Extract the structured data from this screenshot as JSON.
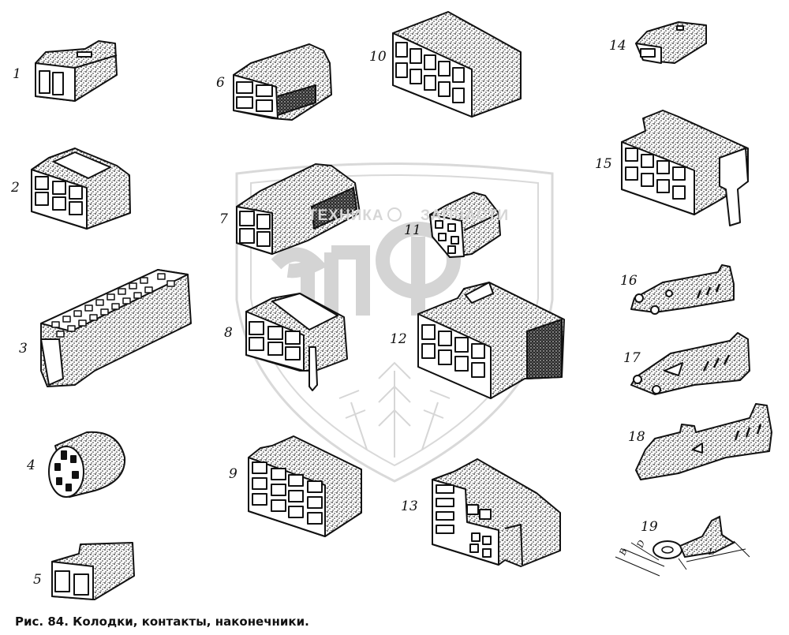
{
  "caption": "Рис. 84. Колодки, контакты, наконечники.",
  "callouts": [
    "1",
    "2",
    "3",
    "4",
    "5",
    "6",
    "7",
    "8",
    "9",
    "10",
    "11",
    "12",
    "13",
    "14",
    "15",
    "16",
    "17",
    "18",
    "19"
  ],
  "dimension_labels": {
    "b": "B",
    "d": "D",
    "l": "L"
  },
  "watermark": {
    "logo_letters": "ЭПФ",
    "text_left": "ТЕХНИКА",
    "text_right": "ЗАПЧАСТИ"
  },
  "colors": {
    "ink": "#111111",
    "stipple": "#1a1a1a",
    "watermark": "#d6d6d6",
    "paper": "#ffffff"
  }
}
